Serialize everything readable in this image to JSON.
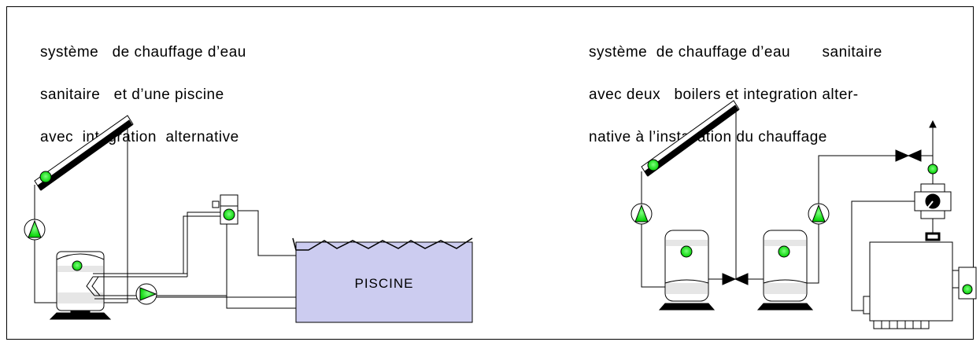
{
  "left_panel": {
    "title_lines": [
      "système   de chauffage d’eau",
      "sanitaire   et d’une piscine",
      "avec  integration  alternative"
    ],
    "pool_label": "PISCINE"
  },
  "right_panel": {
    "title_lines": [
      "système  de chauffage d’eau       sanitaire",
      "avec deux   boilers et integration alter-",
      "native à l’installation du chauffage"
    ]
  },
  "colors": {
    "indicator": "#00e000",
    "pool_fill": "#ccccf0",
    "tank_band": "#e6e6e6",
    "line": "#000000"
  }
}
